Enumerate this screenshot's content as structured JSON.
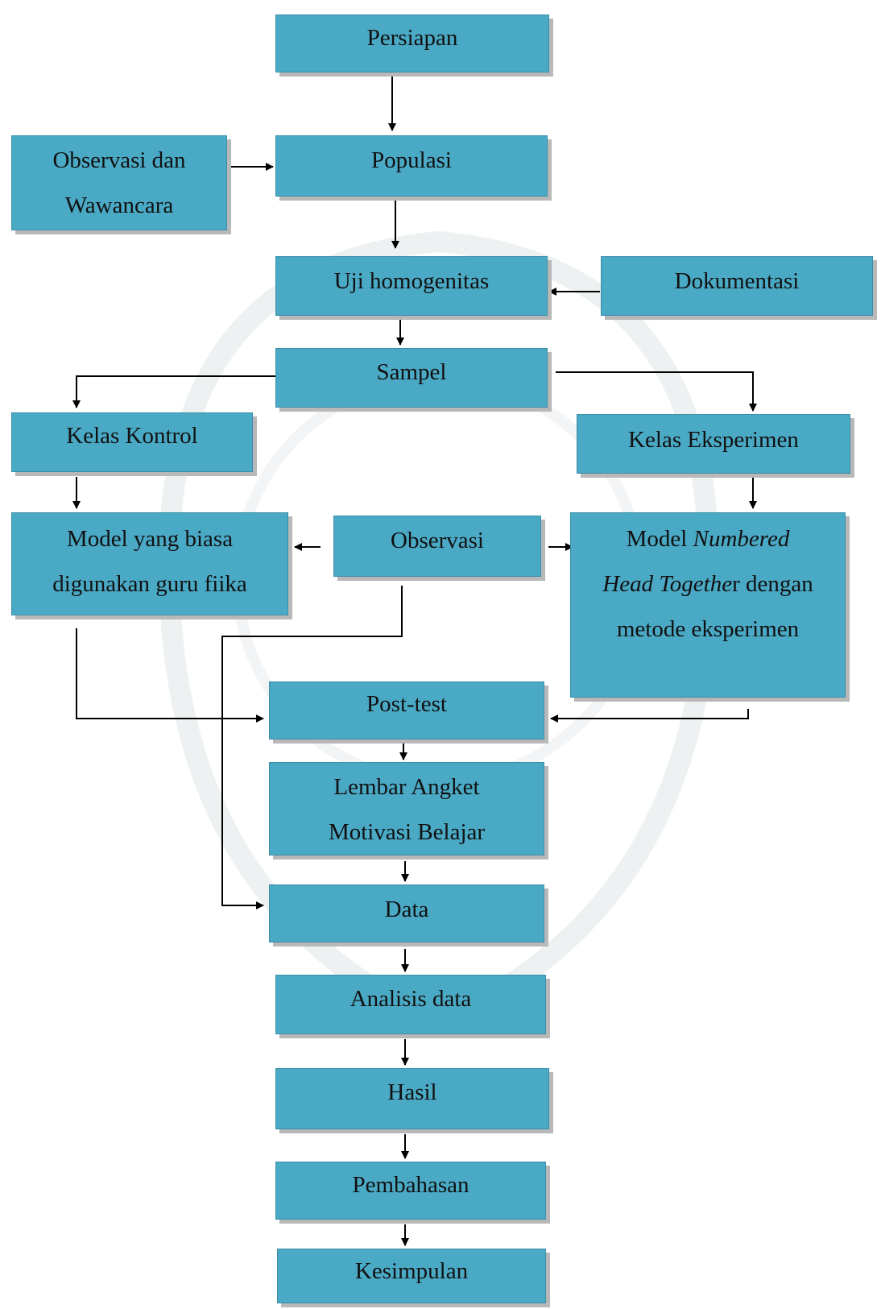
{
  "nodes": {
    "persiapan": "Persiapan",
    "populasi": "Populasi",
    "observasi_wawancara": [
      "Observasi dan",
      "Wawancara"
    ],
    "uji_homogenitas": "Uji homogenitas",
    "dokumentasi": "Dokumentasi",
    "sampel": "Sampel",
    "kelas_kontrol": "Kelas Kontrol",
    "kelas_eksperimen": "Kelas Eksperimen",
    "model_biasa": [
      "Model yang biasa",
      "digunakan guru fiika"
    ],
    "observasi": "Observasi",
    "model_nht": {
      "line1_a": "Model ",
      "line1_b": "Numbered",
      "line2_a": "Head Togethe",
      "line2_b": "r dengan",
      "line3": "metode eksperimen"
    },
    "post_test": "Post-test",
    "lembar_angket": [
      "Lembar Angket",
      "Motivasi Belajar"
    ],
    "data": "Data",
    "analisis_data": "Analisis data",
    "hasil": "Hasil",
    "pembahasan": "Pembahasan",
    "kesimpulan": "Kesimpulan"
  },
  "colors": {
    "node_fill": "#4aa9c5",
    "node_border": "#3a8ea8",
    "shadow": "#b8b8b8",
    "arrow": "#000000"
  }
}
